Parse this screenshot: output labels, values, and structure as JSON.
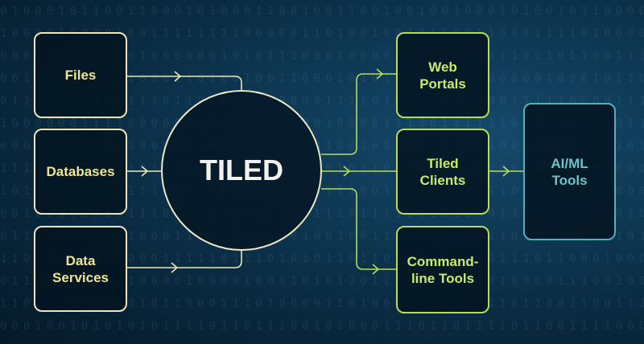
{
  "colors": {
    "input": "#ece6b8",
    "output": "#b5dd5a",
    "ai": "#4fb3bd",
    "background": "#0d3550"
  },
  "hub": {
    "label": "TILED"
  },
  "inputs": [
    {
      "label": "Files"
    },
    {
      "label": "Databases"
    },
    {
      "label": "Data Services"
    }
  ],
  "outputs": [
    {
      "label": "Web Portals"
    },
    {
      "label": "Tiled Clients"
    },
    {
      "label": "Command-line Tools"
    }
  ],
  "downstream": {
    "label": "AI/ML Tools"
  },
  "edges": [
    {
      "from": "Files",
      "to": "TILED"
    },
    {
      "from": "Databases",
      "to": "TILED"
    },
    {
      "from": "Data Services",
      "to": "TILED"
    },
    {
      "from": "TILED",
      "to": "Web Portals"
    },
    {
      "from": "TILED",
      "to": "Tiled Clients"
    },
    {
      "from": "TILED",
      "to": "Command-line Tools"
    },
    {
      "from": "Tiled Clients",
      "to": "AI/ML Tools"
    }
  ]
}
